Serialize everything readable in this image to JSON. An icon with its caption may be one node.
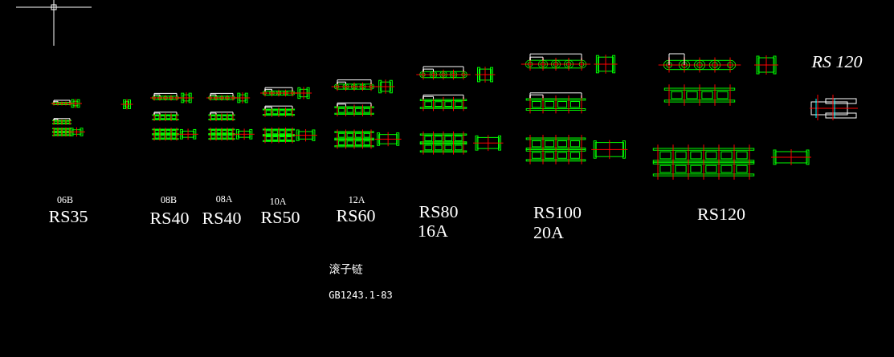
{
  "diagram": {
    "labels": [
      "RS 120",
      "06B",
      "RS35",
      "08B",
      "RS40",
      "08A",
      "RS40",
      "10A",
      "RS50",
      "12A",
      "RS60",
      "RS80",
      "16A",
      "RS100",
      "20A",
      "RS120",
      "滚子链",
      "GB1243.1-83"
    ]
  }
}
